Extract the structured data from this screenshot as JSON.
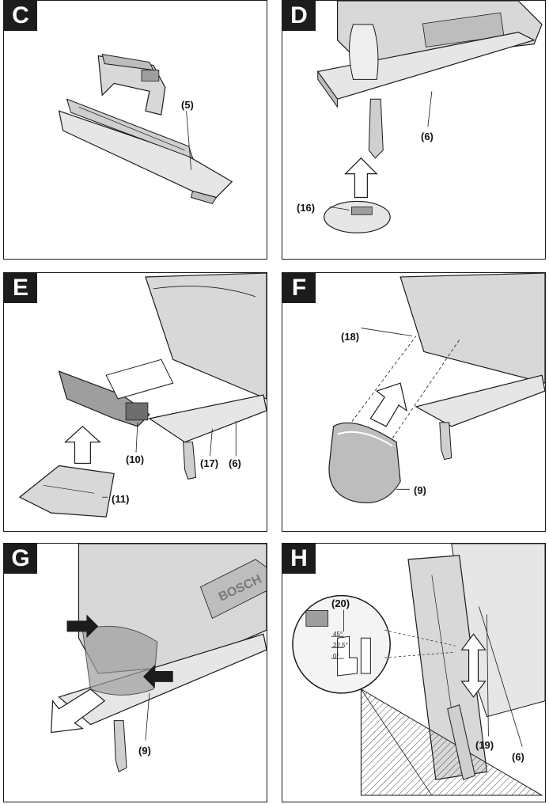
{
  "panels": {
    "c": {
      "letter": "C",
      "callouts": {
        "p5": "(5)"
      }
    },
    "d": {
      "letter": "D",
      "callouts": {
        "p6": "(6)",
        "p16": "(16)"
      }
    },
    "e": {
      "letter": "E",
      "callouts": {
        "p10": "(10)",
        "p17": "(17)",
        "p6": "(6)",
        "p11": "(11)"
      }
    },
    "f": {
      "letter": "F",
      "callouts": {
        "p18": "(18)",
        "p9": "(9)"
      }
    },
    "g": {
      "letter": "G",
      "callouts": {
        "p9": "(9)"
      },
      "brand": "BOSCH"
    },
    "h": {
      "letter": "H",
      "callouts": {
        "p20": "(20)",
        "p19": "(19)",
        "p6": "(6)"
      },
      "angles": {
        "a45": "45°",
        "a225": "22.5°",
        "a0": "0°"
      }
    }
  },
  "colors": {
    "line": "#1a1a1a",
    "light": "#e6e6e6",
    "mid": "#bdbdbd",
    "dark": "#6e6e6e",
    "badge": "#1c1c1c"
  }
}
